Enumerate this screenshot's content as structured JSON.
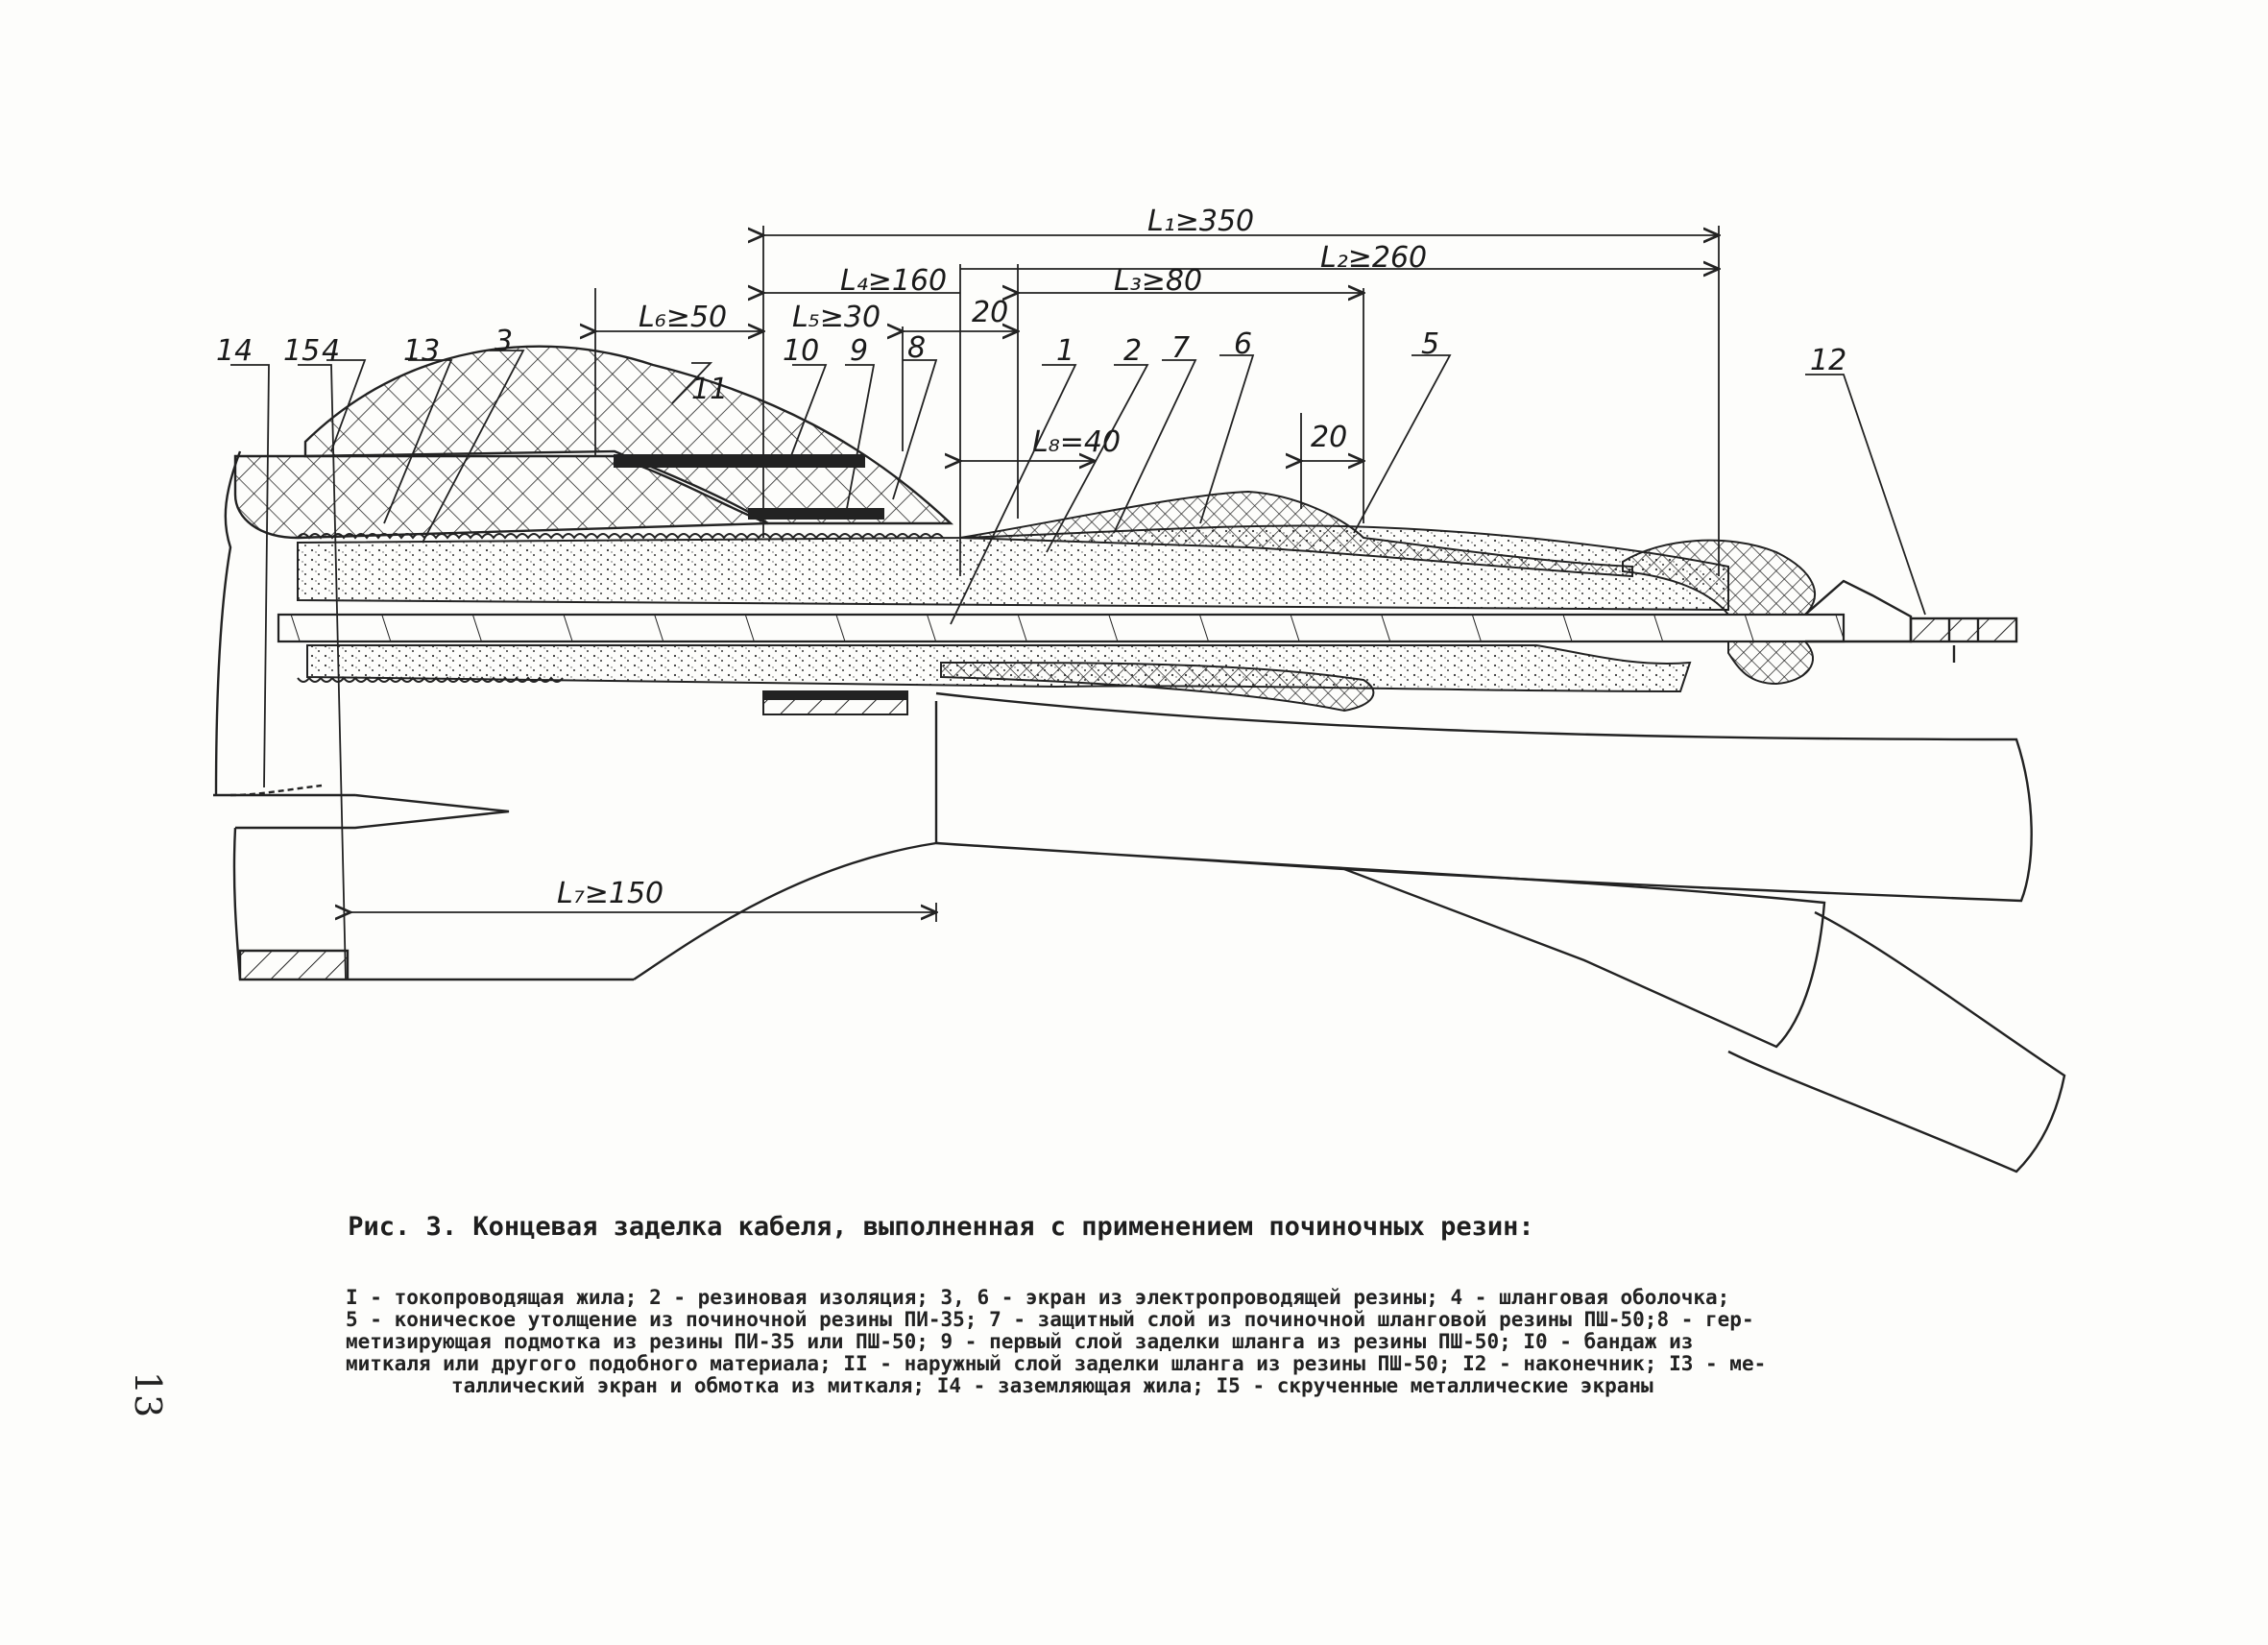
{
  "figure": {
    "caption": "Рис. 3. Концевая заделка кабеля, выполненная с применением починочных резин:",
    "legend_lines": [
      "I - токопроводящая жила; 2 - резиновая изоляция; 3, 6 - экран из электропроводящей резины; 4 - шланговая оболочка;",
      "5 - коническое утолщение из починочной резины ПИ-35; 7 - защитный слой из починочной шланговой резины ПШ-50;8 - гер-",
      "метизирующая подмотка из резины ПИ-35 или ПШ-50; 9 - первый слой заделки шланга из резины ПШ-50; I0 - бандаж из",
      "миткаля или другого подобного материала; II - наружный слой заделки шланга из резины ПШ-50; I2 - наконечник; I3 - ме-",
      "таллический экран и обмотка из миткаля; I4 - заземляющая жила; I5 - скрученные металлические экраны"
    ],
    "page_number": "13"
  },
  "dimensions": {
    "L1": "L₁≥350",
    "L2": "L₂≥260",
    "L3": "L₃≥80",
    "L4": "L₄≥160",
    "L5": "L₅≥30",
    "L6": "L₆≥50",
    "L7": "L₇≥150",
    "L8": "L₈=40",
    "d20a": "20",
    "d20b": "20"
  },
  "callouts": [
    "1",
    "2",
    "3",
    "4",
    "5",
    "6",
    "7",
    "8",
    "9",
    "10",
    "11",
    "12",
    "13",
    "14",
    "15"
  ]
}
